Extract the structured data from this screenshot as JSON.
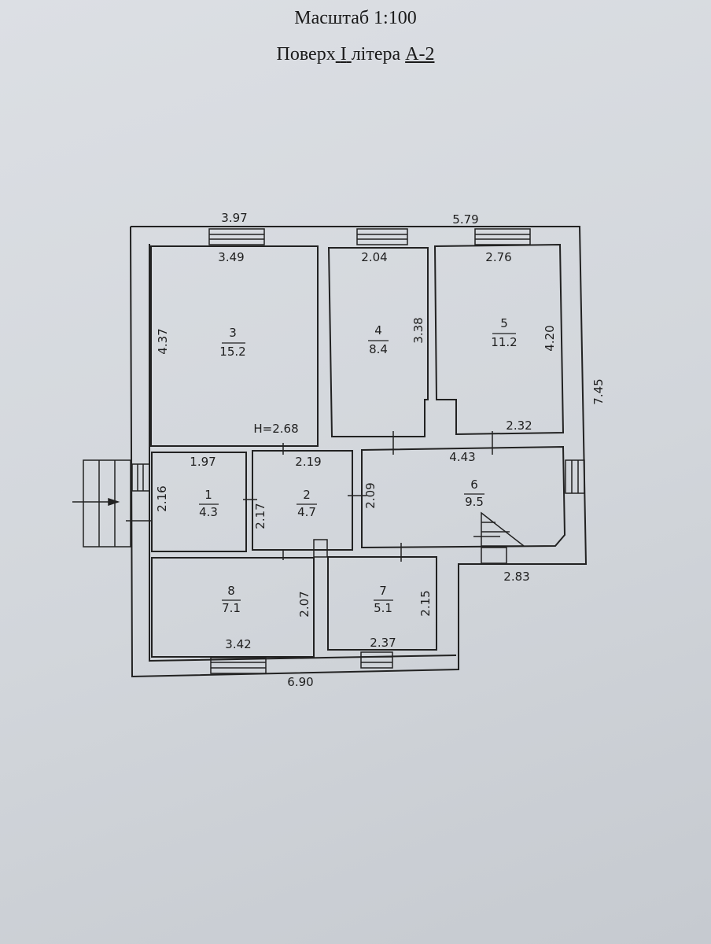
{
  "header": {
    "scale": "Масштаб 1:100",
    "floor_prefix": "Поверх",
    "floor_value": "I",
    "liter_prefix": "літера",
    "liter_value": "А-2"
  },
  "rooms": [
    {
      "num": "3",
      "area": "15.2"
    },
    {
      "num": "4",
      "area": "8.4"
    },
    {
      "num": "5",
      "area": "11.2"
    },
    {
      "num": "1",
      "area": "4.3"
    },
    {
      "num": "2",
      "area": "4.7"
    },
    {
      "num": "6",
      "area": "9.5"
    },
    {
      "num": "8",
      "area": "7.1"
    },
    {
      "num": "7",
      "area": "5.1"
    }
  ],
  "dimensions": {
    "outer_top_left": "3.97",
    "outer_top_right": "5.79",
    "outer_right": "7.45",
    "outer_bottom": "6.90",
    "outer_step": "2.83",
    "r3_top": "3.49",
    "r3_left": "4.37",
    "r4_top": "2.04",
    "r4_right": "3.38",
    "r5_top": "2.76",
    "r5_right": "4.20",
    "r5_bottom": "2.32",
    "height": "H=2.68",
    "r1_top": "1.97",
    "r1_left": "2.16",
    "r2_top": "2.19",
    "r2_left": "2.17",
    "r6_top": "4.43",
    "r6_left": "2.09",
    "r8_right": "2.07",
    "r8_bottom": "3.42",
    "r7_right": "2.15",
    "r7_bottom": "2.37"
  }
}
